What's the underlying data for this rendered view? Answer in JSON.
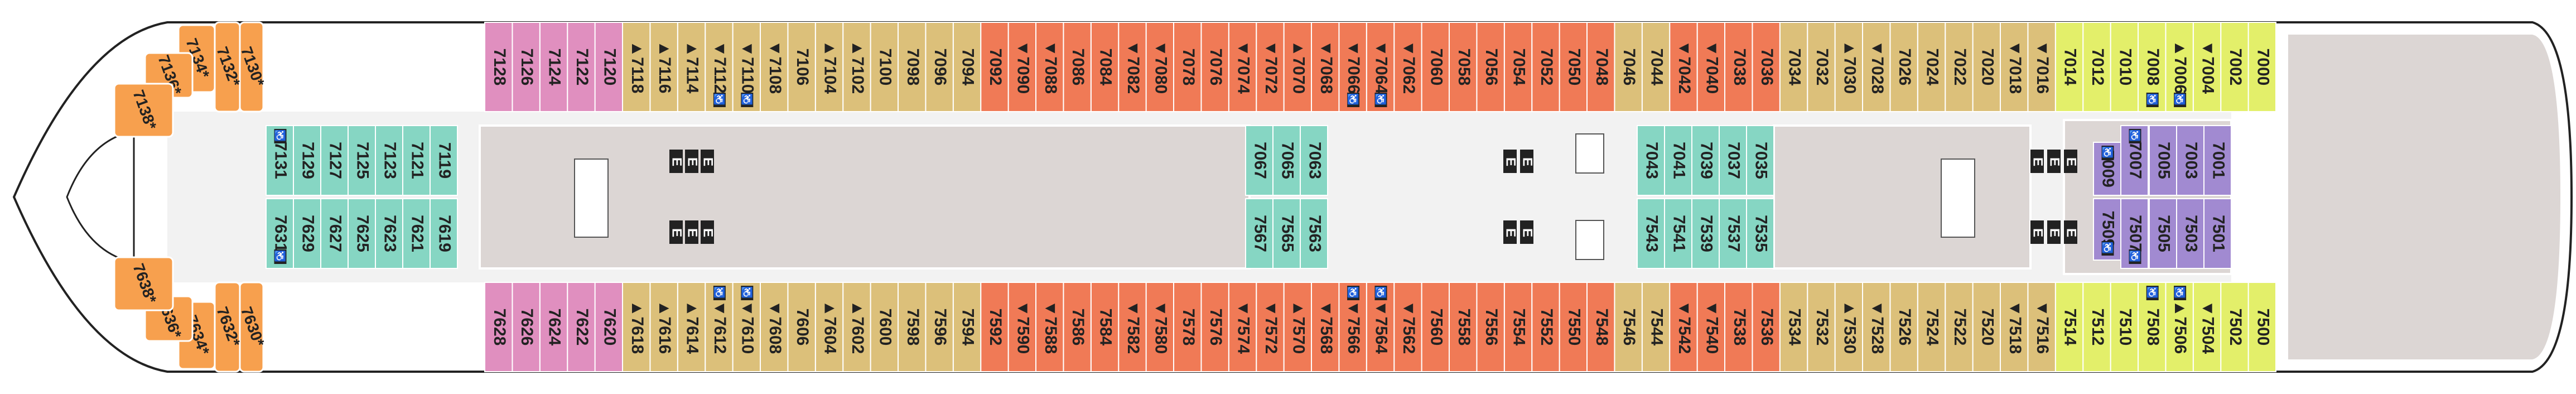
{
  "deck_plan": {
    "legend_colors": {
      "orange_suite": "#f7a04e",
      "pink": "#e08fbf",
      "tan": "#dcc07a",
      "coral": "#f07a56",
      "lime": "#e3ef6a",
      "purple": "#a18ad1",
      "teal": "#86d6c3",
      "corridor": "#f2f2f2",
      "public": "#dcd6d4",
      "outline": "#222222"
    },
    "elevator_label": "E",
    "accessible_icon": "wheelchair-icon",
    "cabin_groups": {
      "top": [
        {
          "start": 7000,
          "end": 7014,
          "color": "lime"
        },
        {
          "start": 7016,
          "end": 7034,
          "color": "tan"
        },
        {
          "start": 7036,
          "end": 7042,
          "color": "coral"
        },
        {
          "start": 7044,
          "end": 7046,
          "color": "tan"
        },
        {
          "start": 7048,
          "end": 7092,
          "color": "coral"
        },
        {
          "start": 7094,
          "end": 7118,
          "color": "tan"
        },
        {
          "start": 7120,
          "end": 7128,
          "color": "pink"
        }
      ],
      "bottom": [
        {
          "start": 7500,
          "end": 7514,
          "color": "lime"
        },
        {
          "start": 7516,
          "end": 7534,
          "color": "tan"
        },
        {
          "start": 7536,
          "end": 7542,
          "color": "coral"
        },
        {
          "start": 7544,
          "end": 7546,
          "color": "tan"
        },
        {
          "start": 7548,
          "end": 7592,
          "color": "coral"
        },
        {
          "start": 7594,
          "end": 7618,
          "color": "tan"
        },
        {
          "start": 7620,
          "end": 7628,
          "color": "pink"
        }
      ],
      "inner_top": [
        {
          "start": 7001,
          "end": 7005,
          "color": "purple"
        },
        {
          "start": 7035,
          "end": 7043,
          "color": "teal"
        },
        {
          "start": 7063,
          "end": 7067,
          "color": "teal"
        },
        {
          "start": 7119,
          "end": 7131,
          "color": "teal"
        }
      ],
      "inner_bottom": [
        {
          "start": 7501,
          "end": 7505,
          "color": "purple"
        },
        {
          "start": 7535,
          "end": 7543,
          "color": "teal"
        },
        {
          "start": 7563,
          "end": 7567,
          "color": "teal"
        },
        {
          "start": 7619,
          "end": 7631,
          "color": "teal"
        }
      ]
    },
    "extra_cabins": {
      "purple_singles": [
        "7007",
        "7009",
        "7507",
        "7509"
      ]
    },
    "markers": {
      "up_triangle": [
        "7006",
        "7030",
        "7070",
        "7102",
        "7104",
        "7114",
        "7116",
        "7118",
        "7506",
        "7530",
        "7570",
        "7602",
        "7604",
        "7614",
        "7616",
        "7618"
      ],
      "down_triangle": [
        "7004",
        "7016",
        "7018",
        "7028",
        "7040",
        "7042",
        "7062",
        "7064",
        "7066",
        "7068",
        "7072",
        "7074",
        "7080",
        "7082",
        "7088",
        "7090",
        "7108",
        "7110",
        "7112",
        "7504",
        "7516",
        "7518",
        "7528",
        "7540",
        "7542",
        "7562",
        "7564",
        "7566",
        "7568",
        "7572",
        "7574",
        "7580",
        "7582",
        "7588",
        "7590",
        "7608",
        "7610",
        "7612"
      ],
      "accessible": [
        "7006",
        "7008",
        "7064",
        "7066",
        "7110",
        "7112",
        "7506",
        "7508",
        "7564",
        "7566",
        "7610",
        "7612",
        "7007",
        "7009",
        "7507",
        "7509",
        "7131",
        "7631"
      ]
    },
    "suites": [
      {
        "label": "7130*"
      },
      {
        "label": "7132*"
      },
      {
        "label": "7134*"
      },
      {
        "label": "7136*"
      },
      {
        "label": "7138*"
      },
      {
        "label": "7630*"
      },
      {
        "label": "7632*"
      },
      {
        "label": "7634*"
      },
      {
        "label": "7636*"
      },
      {
        "label": "7638*"
      }
    ]
  }
}
